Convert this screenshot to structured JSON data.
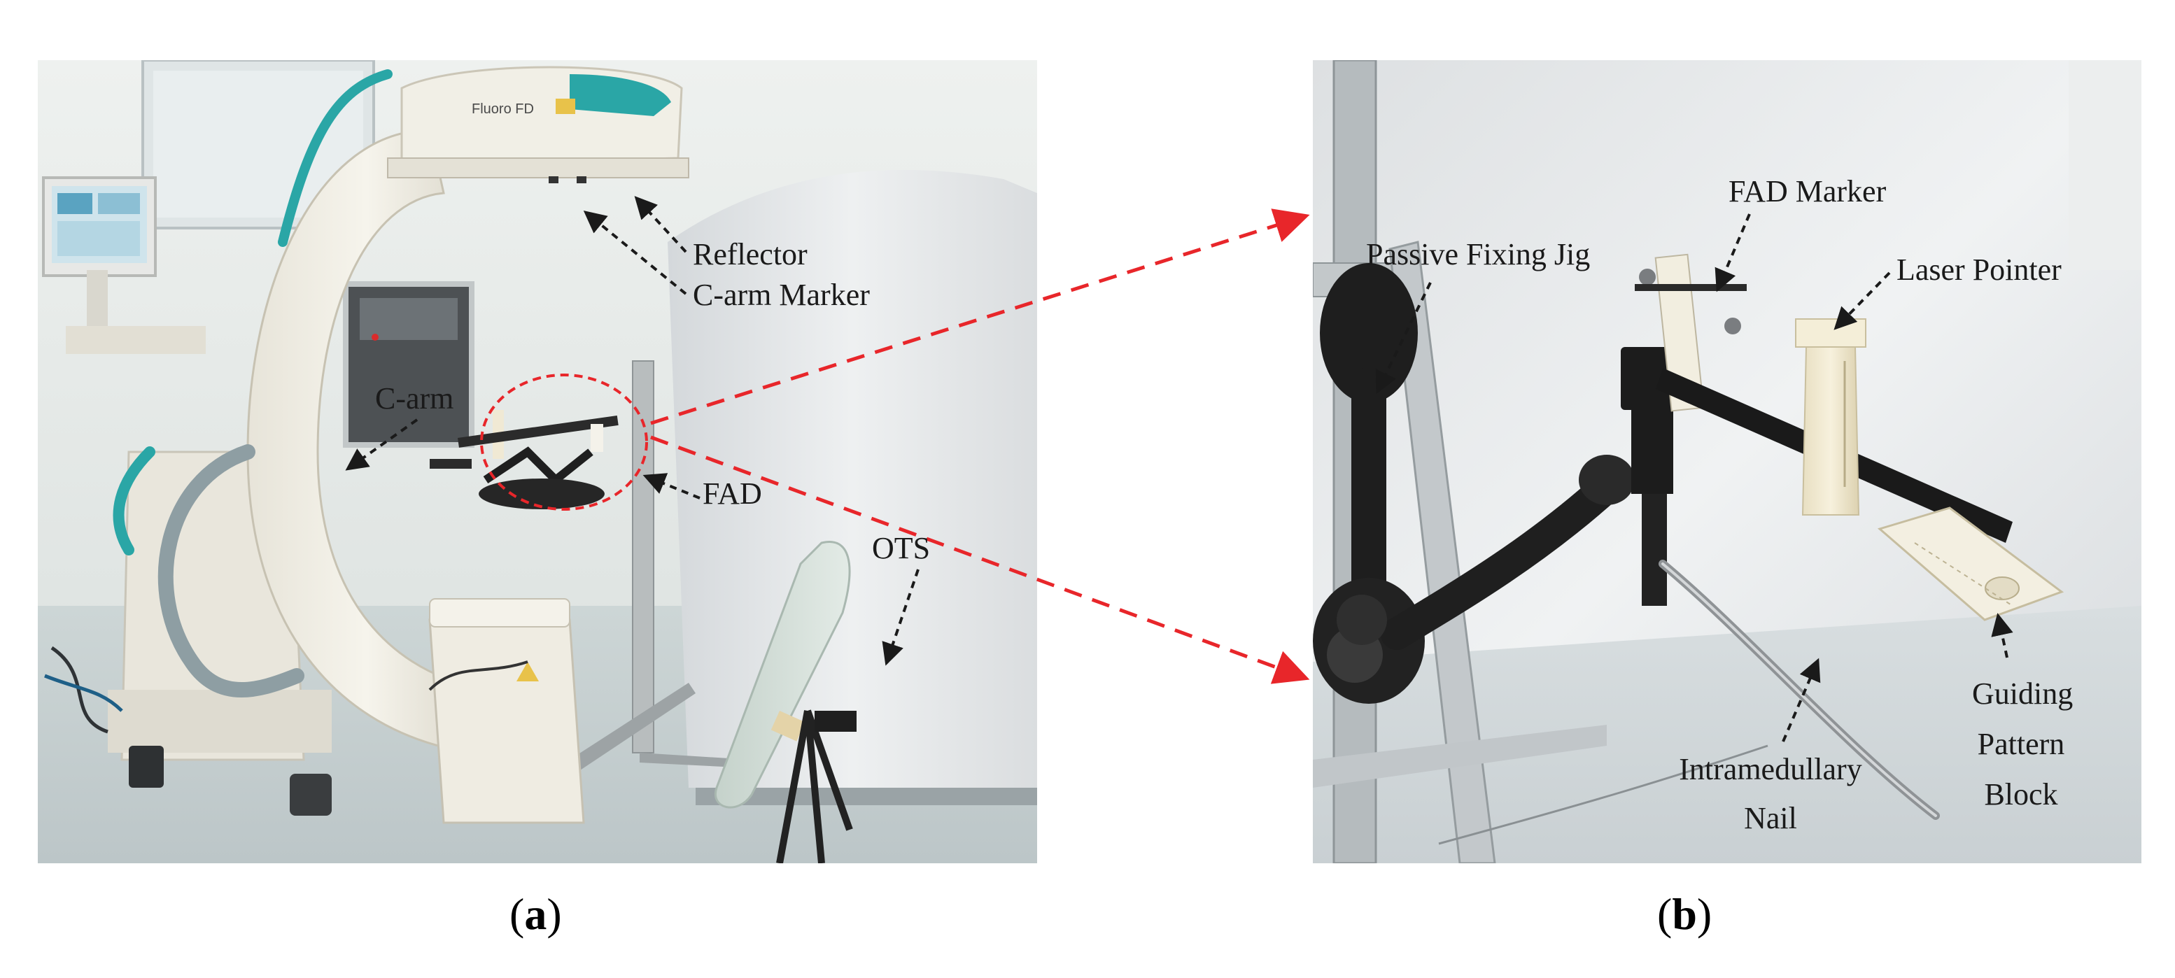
{
  "panels": {
    "a": {
      "caption_open": "(",
      "caption_letter": "a",
      "caption_close": ")",
      "labels": {
        "reflector": "Reflector",
        "carm_marker": "C-arm Marker",
        "carm": "C-arm",
        "fad": "FAD",
        "ots": "OTS"
      },
      "device_text": "Fluoro FD"
    },
    "b": {
      "caption_open": "(",
      "caption_letter": "b",
      "caption_close": ")",
      "labels": {
        "passive_fixing_jig": "Passive Fixing Jig",
        "fad_marker": "FAD Marker",
        "laser_pointer": "Laser Pointer",
        "guiding_pattern_line1": "Guiding",
        "guiding_pattern_line2": "Pattern",
        "guiding_pattern_line3": "Block",
        "intramedullary_line1": "Intramedullary",
        "intramedullary_line2": "Nail"
      }
    }
  },
  "colors": {
    "connector_arrow": "#e8262a",
    "label_arrow": "#1a1a1a",
    "device_accent": "#2aa6a6"
  }
}
